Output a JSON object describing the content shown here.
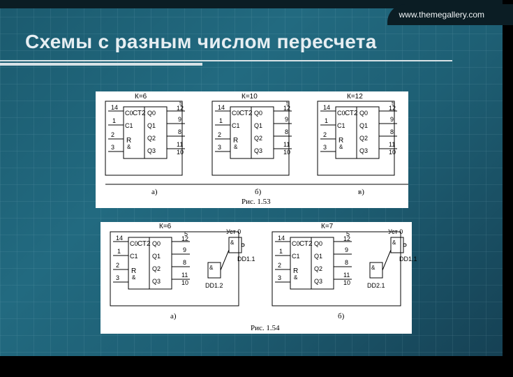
{
  "header": {
    "site_url": "www.themegallery.com",
    "title": "Схемы с разным числом пересчета"
  },
  "figure_153": {
    "caption": "Рис. 1.53",
    "subcaptions": [
      "а)",
      "б)",
      "в)"
    ],
    "circuits": [
      {
        "k_label": "К=6",
        "outputs": [
          "5",
          "12",
          "9",
          "8",
          "11",
          "10"
        ]
      },
      {
        "k_label": "К=10",
        "outputs": [
          "5",
          "12",
          "9",
          "8",
          "11",
          "10"
        ]
      },
      {
        "k_label": "К=12",
        "outputs": [
          "5",
          "12",
          "9",
          "8",
          "11",
          "10"
        ]
      }
    ],
    "chip": {
      "name": "СТ2",
      "inputs_top": [
        "14",
        "1"
      ],
      "inputs_bottom": [
        "2",
        "3"
      ],
      "c0": "С0",
      "c1": "С1",
      "r": "R",
      "amp": "&",
      "q": [
        "Q0",
        "Q1",
        "Q2",
        "Q3"
      ]
    }
  },
  "figure_154": {
    "caption": "Рис. 1.54",
    "subcaptions": [
      "а)",
      "б)"
    ],
    "circuits": [
      {
        "k_label": "К=6",
        "set_label": "Уст 0",
        "gate1": "DD1.1",
        "gate2": "DD1.2",
        "outputs": [
          "5",
          "12",
          "9",
          "8",
          "11",
          "10"
        ]
      },
      {
        "k_label": "К=7",
        "set_label": "Уст 0",
        "gate1": "DD1.1",
        "gate2": "DD2.1",
        "outputs": [
          "5",
          "12",
          "9",
          "8",
          "11",
          "10"
        ]
      }
    ],
    "chip": {
      "name": "СТ2",
      "inputs_top": [
        "14",
        "1"
      ],
      "inputs_bottom": [
        "2",
        "3"
      ],
      "c0": "С0",
      "c1": "С1",
      "r": "R",
      "amp": "&",
      "q": [
        "Q0",
        "Q1",
        "Q2",
        "Q3"
      ]
    }
  }
}
